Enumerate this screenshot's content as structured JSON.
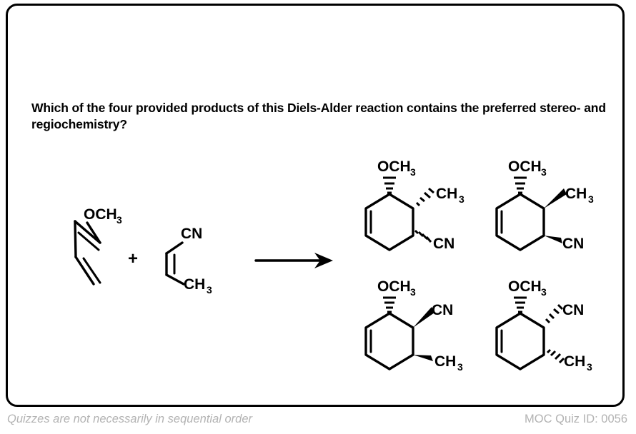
{
  "card": {
    "border_color": "#000000",
    "background": "#ffffff"
  },
  "question": {
    "text": "Which of the four provided products of this Diels-Alder reaction contains the preferred stereo- and regiochemistry?"
  },
  "reaction": {
    "plus_symbol": "+",
    "arrow": "reaction-arrow",
    "reactants": [
      {
        "id": "diene",
        "name": "1-methoxy-1,3-butadiene",
        "labels": [
          {
            "id": "diene-och3",
            "base": "OCH",
            "sub": "3"
          }
        ]
      },
      {
        "id": "dienophile",
        "name": "cis-2-butenenitrile",
        "labels": [
          {
            "id": "dienophile-cn",
            "base": "CN",
            "sub": ""
          },
          {
            "id": "dienophile-ch3",
            "base": "CH",
            "sub": "3"
          }
        ]
      }
    ],
    "products": [
      {
        "id": "product-top-left",
        "position": "top-left",
        "substituents": [
          {
            "label_base": "OCH",
            "label_sub": "3",
            "bond": "hashed",
            "site": "C1-up"
          },
          {
            "label_base": "CH",
            "label_sub": "3",
            "bond": "hashed",
            "site": "C2-upper-right"
          },
          {
            "label_base": "CN",
            "label_sub": "",
            "bond": "hashed",
            "site": "C3-lower-right"
          }
        ]
      },
      {
        "id": "product-top-right",
        "position": "top-right",
        "substituents": [
          {
            "label_base": "OCH",
            "label_sub": "3",
            "bond": "hashed",
            "site": "C1-up"
          },
          {
            "label_base": "CH",
            "label_sub": "3",
            "bond": "wedge",
            "site": "C2-upper-right"
          },
          {
            "label_base": "CN",
            "label_sub": "",
            "bond": "wedge",
            "site": "C3-lower-right"
          }
        ]
      },
      {
        "id": "product-bottom-left",
        "position": "bottom-left",
        "substituents": [
          {
            "label_base": "OCH",
            "label_sub": "3",
            "bond": "hashed",
            "site": "C1-up"
          },
          {
            "label_base": "CN",
            "label_sub": "",
            "bond": "wedge",
            "site": "C2-upper-right"
          },
          {
            "label_base": "CH",
            "label_sub": "3",
            "bond": "wedge",
            "site": "C3-lower-right"
          }
        ]
      },
      {
        "id": "product-bottom-right",
        "position": "bottom-right",
        "substituents": [
          {
            "label_base": "OCH",
            "label_sub": "3",
            "bond": "hashed",
            "site": "C1-up"
          },
          {
            "label_base": "CN",
            "label_sub": "",
            "bond": "hashed",
            "site": "C2-upper-right"
          },
          {
            "label_base": "CH",
            "label_sub": "3",
            "bond": "hashed",
            "site": "C3-lower-right"
          }
        ]
      }
    ]
  },
  "footer": {
    "left_note": "Quizzes are not necessarily in sequential order",
    "right_note": "MOC Quiz ID: 0056",
    "color": "#b3b3b3"
  }
}
